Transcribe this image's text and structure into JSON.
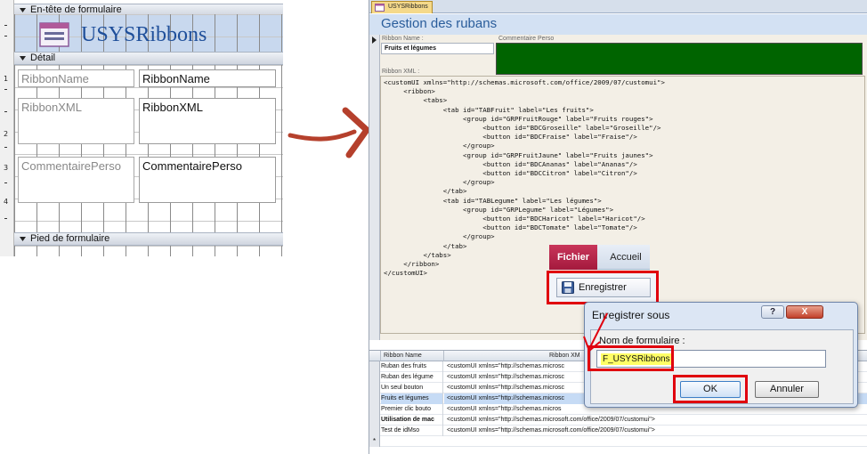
{
  "design_view": {
    "sections": {
      "header": "En-tête de formulaire",
      "detail": "Détail",
      "footer": "Pied de formulaire"
    },
    "title": "USYSRibbons",
    "ruler_numbers": [
      "1",
      "2",
      "3",
      "4"
    ],
    "controls": [
      {
        "label": "RibbonName",
        "field": "RibbonName"
      },
      {
        "label": "RibbonXML",
        "field": "RibbonXML"
      },
      {
        "label": "CommentairePerso",
        "field": "CommentairePerso"
      }
    ]
  },
  "access_window": {
    "doc_tab": "USYSRibbons",
    "form_title": "Gestion des rubans",
    "labels": {
      "ribbon_name": "Ribbon Name :",
      "commentaire": "Commentaire Perso",
      "ribbon_xml": "Ribbon XML :"
    },
    "ribbon_name_value": "Fruits et légumes",
    "comment_color": "#006400",
    "xml_text": "<customUI xmlns=\"http://schemas.microsoft.com/office/2009/07/customui\">\n     <ribbon>\n          <tabs>\n               <tab id=\"TABFruit\" label=\"Les fruits\">\n                    <group id=\"GRPFruitRouge\" label=\"Fruits rouges\">\n                         <button id=\"BDCGroseille\" label=\"Groseille\"/>\n                         <button id=\"BDCFraise\" label=\"Fraise\"/>\n                    </group>\n                    <group id=\"GRPFruitJaune\" label=\"Fruits jaunes\">\n                         <button id=\"BDCAnanas\" label=\"Ananas\"/>\n                         <button id=\"BDCCitron\" label=\"Citron\"/>\n                    </group>\n               </tab>\n               <tab id=\"TABLegume\" label=\"Les légumes\">\n                    <group id=\"GRPLegume\" label=\"Légumes\">\n                         <button id=\"BDCHaricot\" label=\"Haricot\"/>\n                         <button id=\"BDCTomate\" label=\"Tomate\"/>\n                    </group>\n               </tab>\n          </tabs>\n     </ribbon>\n</customUI>",
    "datasheet": {
      "headers": [
        "Ribbon Name",
        "Ribbon XM"
      ],
      "rows": [
        {
          "name": "Ruban des fruits",
          "xml": "<customUI xmlns=\"http://schemas.microsc",
          "state": ""
        },
        {
          "name": "Ruban des légume",
          "xml": "<customUI xmlns=\"http://schemas.microsc",
          "state": ""
        },
        {
          "name": "Un seul bouton",
          "xml": "<customUI xmlns=\"http://schemas.microsc",
          "state": ""
        },
        {
          "name": "Fruits et légumes",
          "xml": "<customUI xmlns=\"http://schemas.microsc",
          "state": "selected"
        },
        {
          "name": "Premier clic bouto",
          "xml": "<customUI xmlns=\"http://schemas.micros",
          "state": ""
        },
        {
          "name": "Utilisation de mac",
          "xml": "<customUI xmlns=\"http://schemas.microsoft.com/office/2009/07/customui\">",
          "state": "bold"
        },
        {
          "name": "Test de idMso",
          "xml": "<customUI xmlns=\"http://schemas.microsoft.com/office/2009/07/customui\">",
          "state": ""
        }
      ],
      "new_row_marker": "*"
    }
  },
  "ribbon": {
    "tab_file": "Fichier",
    "tab_home": "Accueil",
    "save_label": "Enregistrer"
  },
  "dialog": {
    "title": "Enregistrer sous",
    "help": "?",
    "close": "X",
    "field_label": "Nom de formulaire :",
    "field_value": "F_USYSRibbons",
    "ok": "OK",
    "cancel": "Annuler"
  },
  "colors": {
    "highlight_red": "#e0000e",
    "file_tab": "#b7264a",
    "title_blue": "#1f4f9a"
  }
}
